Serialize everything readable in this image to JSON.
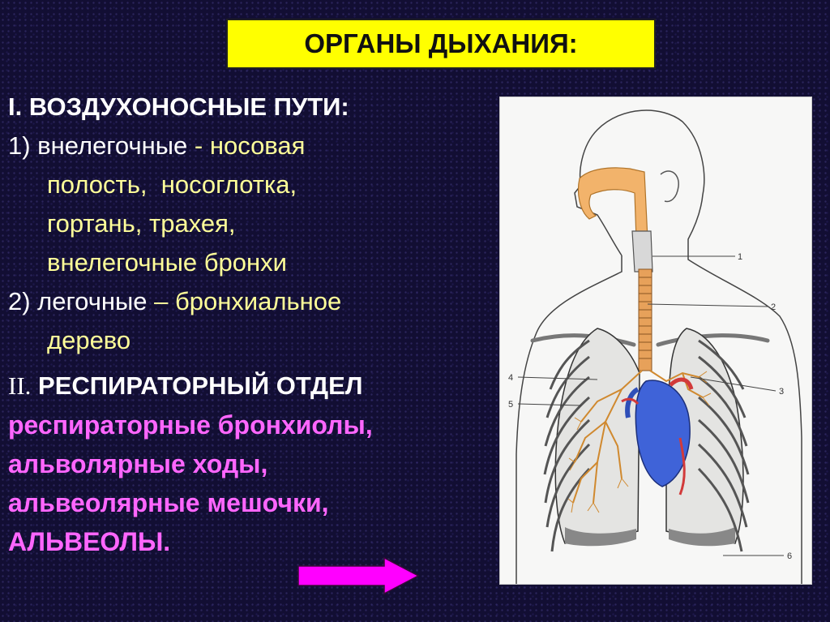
{
  "title": "ОРГАНЫ ДЫХАНИЯ:",
  "section1": {
    "heading": "I. ВОЗДУХОНОСНЫЕ ПУТИ:",
    "item1": {
      "label": "1) внелегочные",
      "dash": " - ",
      "lines": [
        "носовая",
        "полость,  носоглотка,",
        "гортань, трахея,",
        "внелегочные бронхи"
      ]
    },
    "item2": {
      "label": "2) легочные",
      "dash": " – ",
      "lines": [
        "бронхиальное",
        "дерево"
      ]
    }
  },
  "section2": {
    "numeral": "II.",
    "heading": "РЕСПИРАТОРНЫЙ ОТДЕЛ",
    "lines": [
      "респираторные бронхиолы,",
      "альволярные ходы,",
      "альвеолярные мешочки,",
      "АЛЬВЕОЛЫ."
    ]
  },
  "figure": {
    "callouts": [
      "1",
      "2",
      "3",
      "4",
      "5",
      "6"
    ]
  },
  "colors": {
    "title_bg": "#ffff00",
    "heading": "#ffffff",
    "body_text": "#ffff99",
    "respiratory_text": "#ff66ff",
    "arrow": "#ff00ff"
  }
}
